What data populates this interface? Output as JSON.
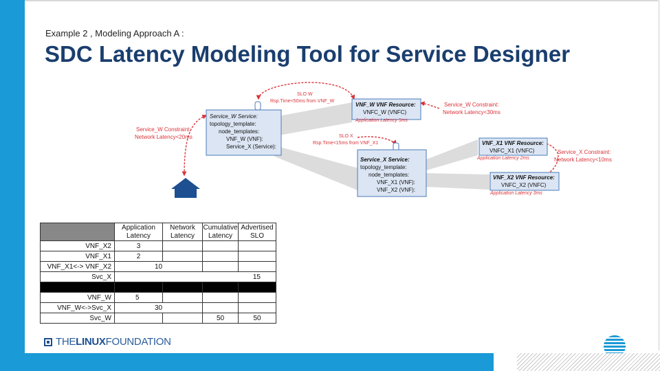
{
  "header": {
    "subtitle": "Example 2 , Modeling Approach A :",
    "title": "SDC Latency Modeling Tool for Service Designer"
  },
  "diagram": {
    "slo_w": {
      "title": "SLO W",
      "detail": "Rsp.Time<50ms from VNF_W"
    },
    "slo_x": {
      "title": "SLO X",
      "detail": "Rsp.Time<15ms from VNF_X1"
    },
    "service_w_constraint_left": [
      "Service_W Constraint:",
      "Network Latency<20ms"
    ],
    "service_w_constraint_right": [
      "Service_W Constraint:",
      "Network Latency<30ms"
    ],
    "service_x_constraint": [
      "Service_X Constraint:",
      "Network Latency<10ms"
    ],
    "service_w_box": [
      "Service_W Service:",
      "topology_template:",
      "node_templates:",
      "VNF_W (VNF):",
      "Service_X (Service):"
    ],
    "service_x_box": [
      "Service_X Service:",
      "topology_template:",
      "node_templates:",
      "VNF_X1 (VNF):",
      "VNF_X2 (VNF):"
    ],
    "vnf_w_box": [
      "VNF_W VNF Resource:",
      "VNFC_W (VNFC)"
    ],
    "vnf_w_latency": "Application Latency 5ms",
    "vnf_x1_box": [
      "VNF_X1 VNF Resource:",
      "VNFC_X1 (VNFC)"
    ],
    "vnf_x1_latency": "Application Latency 2ms",
    "vnf_x2_box": [
      "VNF_X2 VNF Resource:",
      "VNFC_X2 (VNFC)"
    ],
    "vnf_x2_latency": "Application Latency 3ms",
    "colors": {
      "red": "#d9343a",
      "box_fill": "#dbe5f3",
      "box_border": "#4a7ab8",
      "house": "#1d4f91"
    }
  },
  "table": {
    "headers": [
      "",
      "Application Latency",
      "Network Latency",
      "Cumulative Latency",
      "Advertised SLO"
    ],
    "rows": {
      "vnf_x2": {
        "label": "VNF_X2",
        "app": "3"
      },
      "vnf_x1": {
        "label": "VNF_X1",
        "app": "2"
      },
      "link_x": {
        "label": "VNF_X1<-> VNF_X2",
        "net": "10"
      },
      "svc_x": {
        "label": "Svc_X",
        "cum": "15"
      },
      "vnf_w": {
        "label": "VNF_W",
        "app": "5"
      },
      "link_w": {
        "label": "VNF_W<->Svc_X",
        "net": "30"
      },
      "svc_w": {
        "label": "Svc_W",
        "cum": "50",
        "slo": "50"
      }
    }
  },
  "footer": {
    "logo_prefix": "THE",
    "logo_bold": "LINUX",
    "logo_suffix": "FOUNDATION",
    "brand_color": "#1a9ad6"
  }
}
